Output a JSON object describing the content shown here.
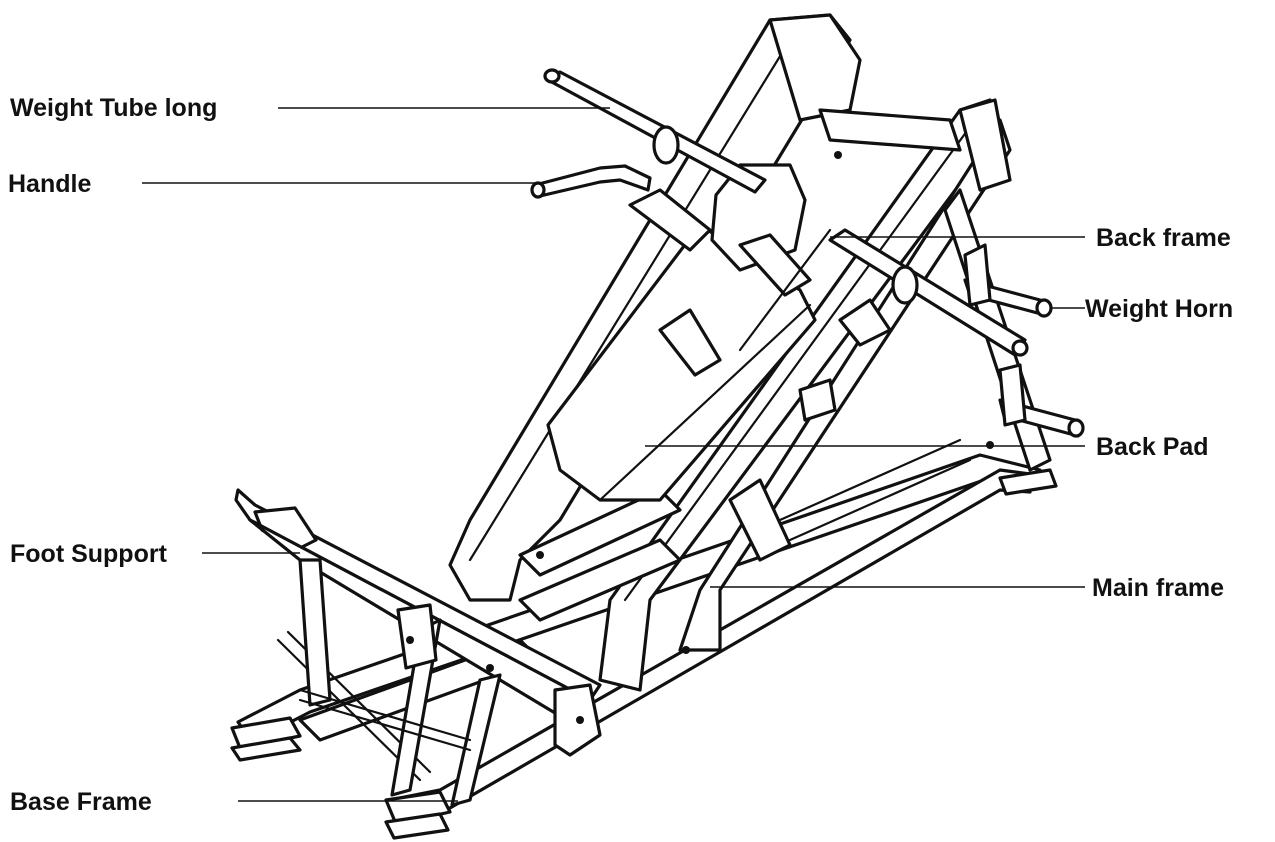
{
  "labels": {
    "weight_tube_long": "Weight Tube long",
    "handle": "Handle",
    "back_frame": "Back frame",
    "weight_horn": "Weight Horn",
    "back_pad": "Back Pad",
    "foot_support": "Foot Support",
    "main_frame": "Main frame",
    "base_frame": "Base Frame"
  },
  "colors": {
    "line": "#111111",
    "background": "#ffffff"
  }
}
